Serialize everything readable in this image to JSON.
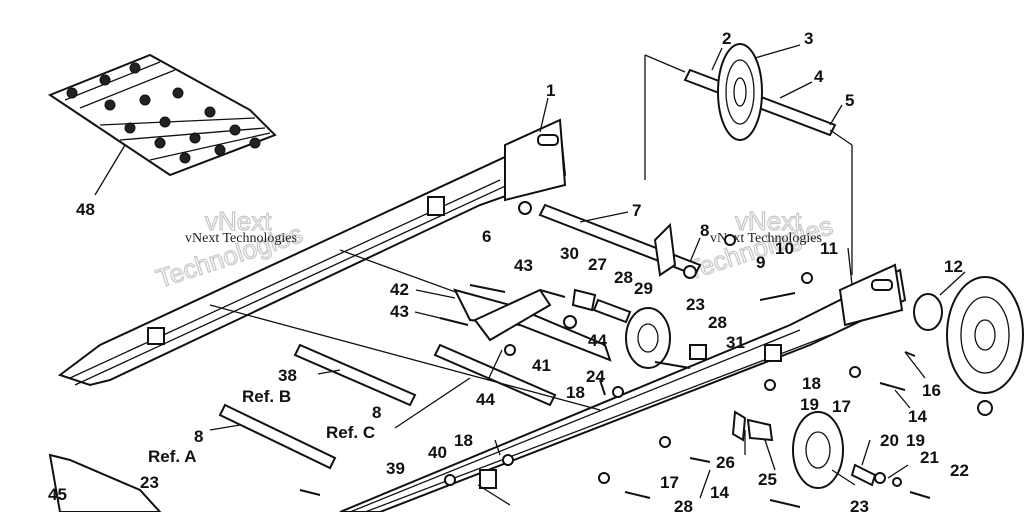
{
  "watermark": {
    "text_small": "vNext Technologies",
    "text_big_1": "vNext",
    "text_big_2": "Technologies"
  },
  "callouts": [
    {
      "id": "c1",
      "text": "1"
    },
    {
      "id": "c2",
      "text": "2"
    },
    {
      "id": "c3",
      "text": "3"
    },
    {
      "id": "c4",
      "text": "4"
    },
    {
      "id": "c5",
      "text": "5"
    },
    {
      "id": "c6",
      "text": "6"
    },
    {
      "id": "c7",
      "text": "7"
    },
    {
      "id": "c8a",
      "text": "8"
    },
    {
      "id": "c9",
      "text": "9"
    },
    {
      "id": "c10",
      "text": "10"
    },
    {
      "id": "c11",
      "text": "11"
    },
    {
      "id": "c12",
      "text": "12"
    },
    {
      "id": "c14a",
      "text": "14"
    },
    {
      "id": "c14b",
      "text": "14"
    },
    {
      "id": "c16",
      "text": "16"
    },
    {
      "id": "c17a",
      "text": "17"
    },
    {
      "id": "c17b",
      "text": "17"
    },
    {
      "id": "c18a",
      "text": "18"
    },
    {
      "id": "c18b",
      "text": "18"
    },
    {
      "id": "c18c",
      "text": "18"
    },
    {
      "id": "c19a",
      "text": "19"
    },
    {
      "id": "c19b",
      "text": "19"
    },
    {
      "id": "c20",
      "text": "20"
    },
    {
      "id": "c21",
      "text": "21"
    },
    {
      "id": "c22",
      "text": "22"
    },
    {
      "id": "c23a",
      "text": "23"
    },
    {
      "id": "c23b",
      "text": "23"
    },
    {
      "id": "c23c",
      "text": "23"
    },
    {
      "id": "c24",
      "text": "24"
    },
    {
      "id": "c25",
      "text": "25"
    },
    {
      "id": "c26",
      "text": "26"
    },
    {
      "id": "c27",
      "text": "27"
    },
    {
      "id": "c28a",
      "text": "28"
    },
    {
      "id": "c28b",
      "text": "28"
    },
    {
      "id": "c28c",
      "text": "28"
    },
    {
      "id": "c29",
      "text": "29"
    },
    {
      "id": "c30",
      "text": "30"
    },
    {
      "id": "c31",
      "text": "31"
    },
    {
      "id": "c38",
      "text": "38"
    },
    {
      "id": "c39",
      "text": "39"
    },
    {
      "id": "c40",
      "text": "40"
    },
    {
      "id": "c41",
      "text": "41"
    },
    {
      "id": "c42",
      "text": "42"
    },
    {
      "id": "c43a",
      "text": "43"
    },
    {
      "id": "c43b",
      "text": "43"
    },
    {
      "id": "c44a",
      "text": "44"
    },
    {
      "id": "c44b",
      "text": "44"
    },
    {
      "id": "c45",
      "text": "45"
    },
    {
      "id": "c48",
      "text": "48"
    },
    {
      "id": "c8b",
      "text": "8"
    },
    {
      "id": "c8c",
      "text": "8"
    },
    {
      "id": "c8d",
      "text": "8"
    }
  ],
  "refs": {
    "ref_a": "Ref. A",
    "ref_b": "Ref. B",
    "ref_c": "Ref. C"
  }
}
